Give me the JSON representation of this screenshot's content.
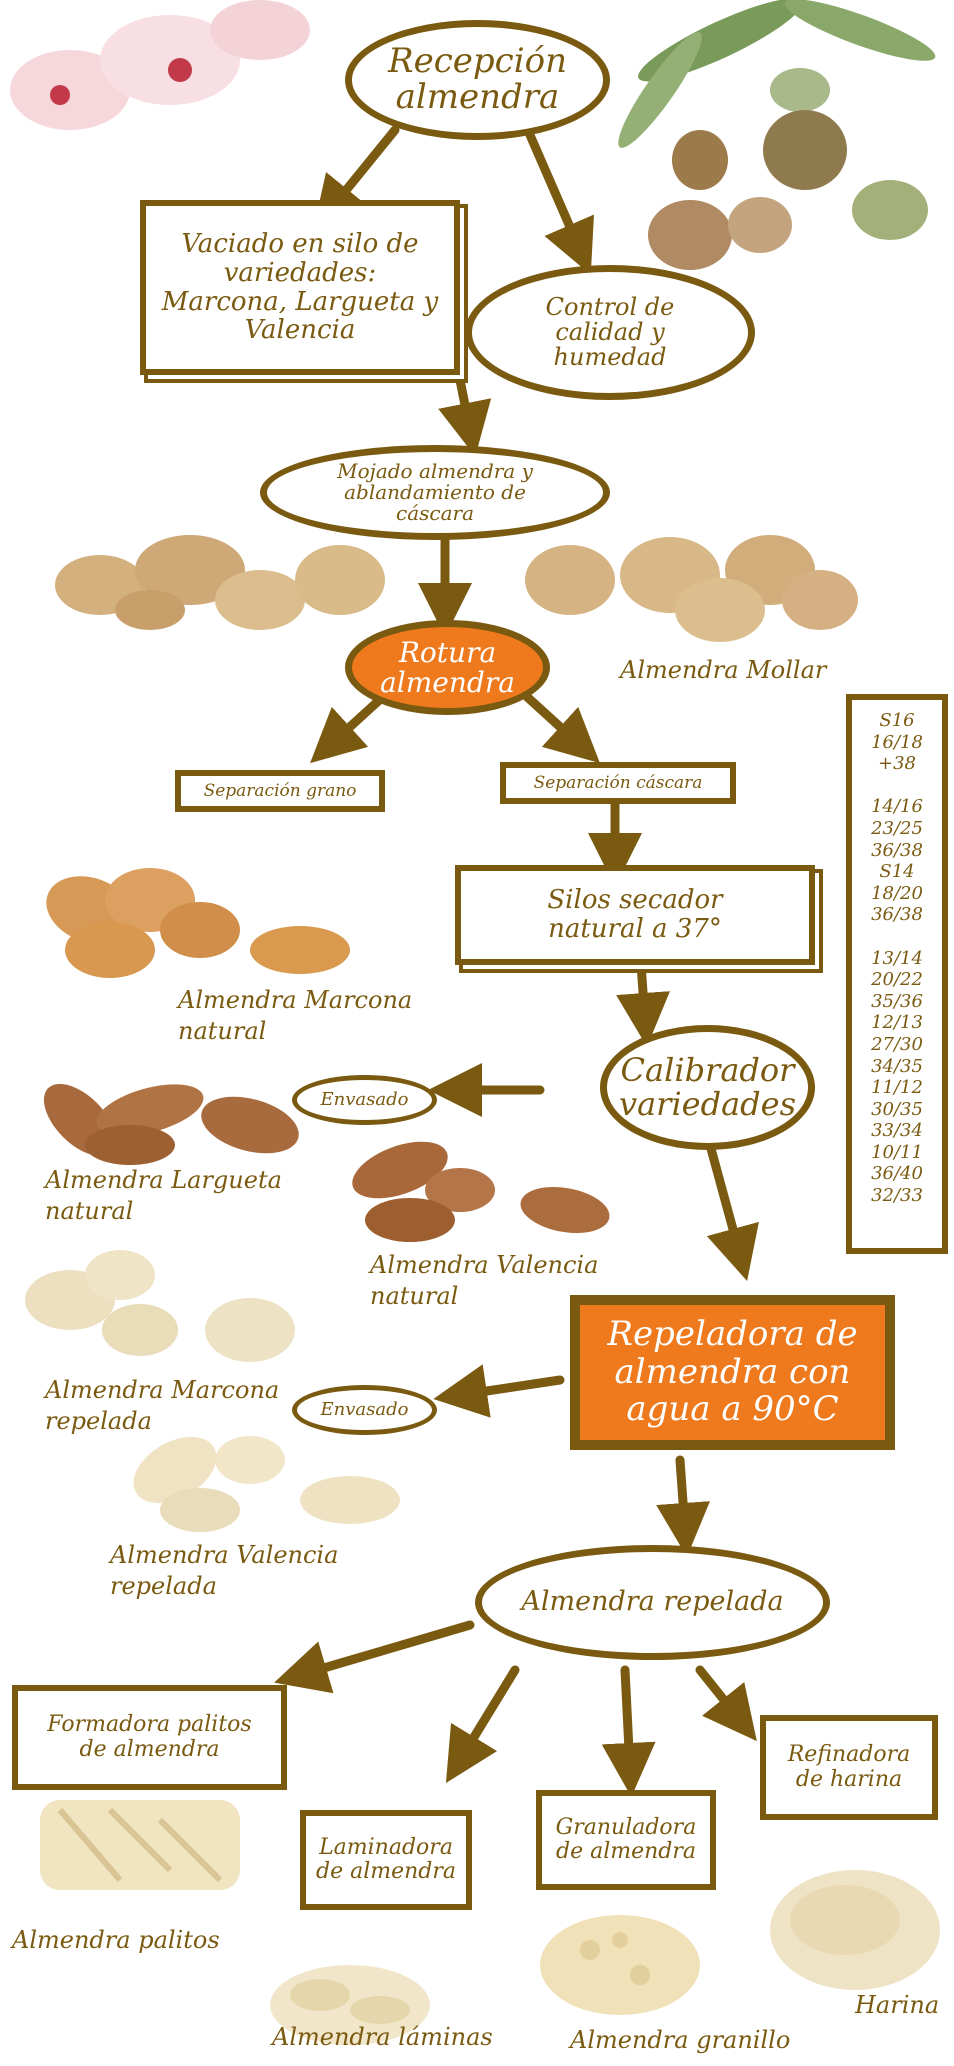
{
  "nodes": {
    "recepcion": "Recepción almendra",
    "vaciado": "Vaciado en silo de variedades: Marcona, Largueta y Valencia",
    "control": "Control de calidad y humedad",
    "mojado": "Mojado almendra y ablandamiento de cáscara",
    "rotura": "Rotura almendra",
    "sep_grano": "Separación grano",
    "sep_cascara": "Separación cáscara",
    "silos": "Silos secador natural a 37°",
    "calibrador": "Calibrador variedades",
    "envasado1": "Envasado",
    "repeladora": "Repeladora de almendra con agua a 90°C",
    "envasado2": "Envasado",
    "repelada": "Almendra repelada",
    "palitos_m": "Formadora palitos de almendra",
    "laminadora": "Laminadora de almendra",
    "granuladora": "Granuladora de almendra",
    "refinadora": "Refinadora de harina"
  },
  "calibres": [
    "S16",
    "16/18",
    "+38",
    "",
    "14/16",
    "23/25",
    "36/38",
    "S14",
    "18/20",
    "36/38",
    "",
    "13/14",
    "20/22",
    "35/36",
    "12/13",
    "27/30",
    "34/35",
    "11/12",
    "30/35",
    "33/34",
    "10/11",
    "36/40",
    "32/33"
  ],
  "labels": {
    "mollar": "Almendra Mollar",
    "marcona_nat": "Almendra Marcona natural",
    "largueta_nat": "Almendra Largueta natural",
    "valencia_nat": "Almendra Valencia natural",
    "marcona_rep": "Almendra Marcona repelada",
    "valencia_rep": "Almendra Valencia repelada",
    "palitos": "Almendra palitos",
    "laminas": "Almendra láminas",
    "granillo": "Almendra granillo",
    "harina": "Harina"
  },
  "colors": {
    "brown": "#7a5a10",
    "orange": "#ee7a1d"
  }
}
